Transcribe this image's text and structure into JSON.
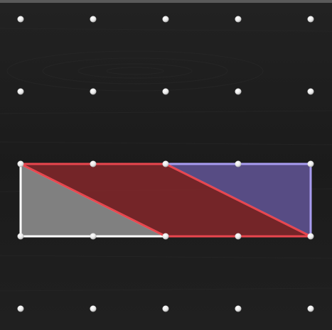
{
  "board": {
    "background": "#1b1b1b",
    "grid_size": [
      5,
      5
    ],
    "peg_color": "#f2f2f2"
  },
  "shapes": [
    {
      "name": "white-left-triangle",
      "fill": "#808080",
      "fill_opacity": 1,
      "stroke": "#ffffff",
      "vertices": [
        [
          0,
          2
        ],
        [
          0,
          3
        ],
        [
          2,
          3
        ]
      ]
    },
    {
      "name": "blue-right-triangle",
      "fill": "#5b4f8a",
      "fill_opacity": 0.95,
      "stroke": "#a89cf0",
      "vertices": [
        [
          2,
          2
        ],
        [
          4,
          2
        ],
        [
          4,
          3
        ]
      ]
    },
    {
      "name": "red-parallelogram",
      "fill": "#9a2a2e",
      "fill_opacity": 0.7,
      "stroke": "#e8464e",
      "vertices": [
        [
          0,
          2
        ],
        [
          2,
          2
        ],
        [
          4,
          3
        ],
        [
          2,
          3
        ]
      ]
    }
  ]
}
